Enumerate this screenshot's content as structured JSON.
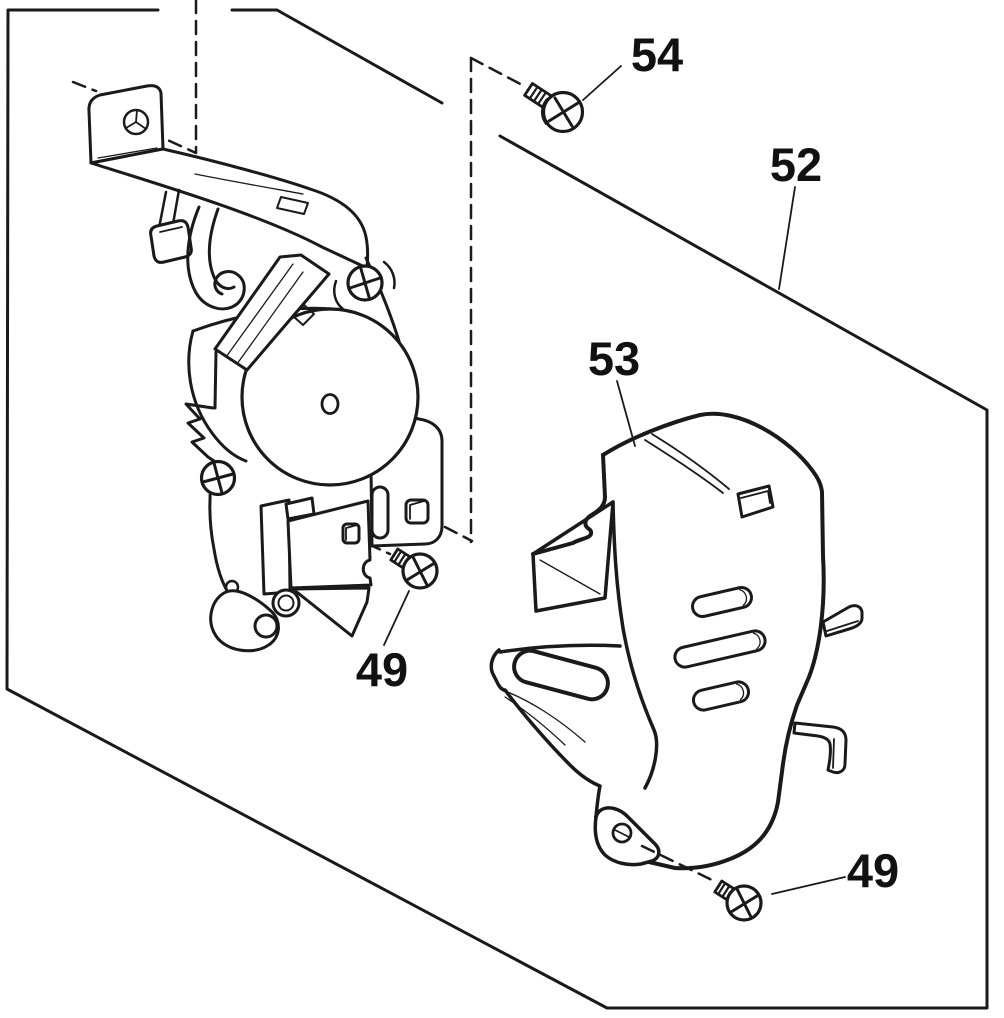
{
  "diagram": {
    "title": "exploded-parts-diagram",
    "ink_color": "#1a1a1a",
    "background_color": "#ffffff",
    "part_labels": [
      {
        "id": "label-54",
        "text": "54",
        "points_to": "screw-54"
      },
      {
        "id": "label-52",
        "text": "52",
        "points_to": "mount-panel-52"
      },
      {
        "id": "label-53",
        "text": "53",
        "points_to": "cover-53"
      },
      {
        "id": "label-49-upper",
        "text": "49",
        "points_to": "screw-49-upper"
      },
      {
        "id": "label-49-lower",
        "text": "49",
        "points_to": "screw-49-lower"
      }
    ]
  }
}
